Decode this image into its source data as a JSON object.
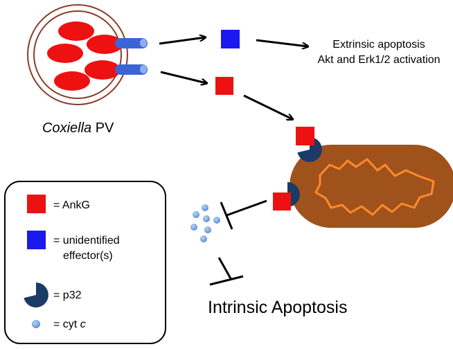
{
  "pv_label": {
    "italic": "Coxiella",
    "normal": " PV"
  },
  "extrinsic": {
    "line1": "Extrinsic apoptosis",
    "line2": "Akt and Erk1/2 activation"
  },
  "intrinsic_label": "Intrinsic Apoptosis",
  "legend": {
    "ankg": "= AnkG",
    "unidentified_line1": "= unidentified",
    "unidentified_line2": "effector(s)",
    "p32": "= p32",
    "cytc_prefix": "= cyt ",
    "cytc_italic": "c"
  },
  "colors": {
    "ankg_red": "#ee1111",
    "effector_blue": "#1a1aee",
    "p32_navy": "#1c3a66",
    "mito_brown": "#a0521c",
    "crista_orange": "#ff8a2a",
    "vacuole_ring": "#8b3a28",
    "secretion_blue": "#3a64d8",
    "cytc_blue": "#6b9ee0"
  }
}
